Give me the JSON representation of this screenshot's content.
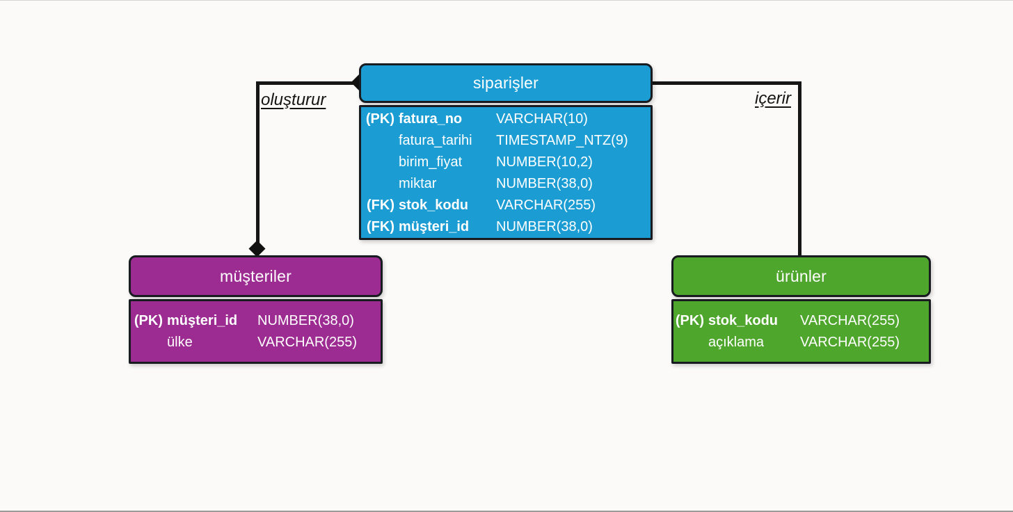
{
  "canvas": {
    "background": "#fbfaf8",
    "line_color": "#161616"
  },
  "tables": [
    {
      "title": "siparişler",
      "color": "#1b9cd3",
      "columns": [
        {
          "prefix": "(PK)",
          "name": "fatura_no",
          "type": "VARCHAR(10)"
        },
        {
          "prefix": "",
          "name": "fatura_tarihi",
          "type": "TIMESTAMP_NTZ(9)"
        },
        {
          "prefix": "",
          "name": "birim_fiyat",
          "type": "NUMBER(10,2)"
        },
        {
          "prefix": "",
          "name": "miktar",
          "type": "NUMBER(38,0)"
        },
        {
          "prefix": "(FK)",
          "name": "stok_kodu",
          "type": "VARCHAR(255)"
        },
        {
          "prefix": "(FK)",
          "name": "müşteri_id",
          "type": "NUMBER(38,0)"
        }
      ]
    },
    {
      "title": "müşteriler",
      "color": "#9c2b92",
      "columns": [
        {
          "prefix": "(PK)",
          "name": "müşteri_id",
          "type": "NUMBER(38,0)"
        },
        {
          "prefix": "",
          "name": "ülke",
          "type": "VARCHAR(255)"
        }
      ]
    },
    {
      "title": "ürünler",
      "color": "#4fa62d",
      "columns": [
        {
          "prefix": "(PK)",
          "name": "stok_kodu",
          "type": "VARCHAR(255)"
        },
        {
          "prefix": "",
          "name": "açıklama",
          "type": "VARCHAR(255)"
        }
      ]
    }
  ],
  "relationships": [
    {
      "label": "oluşturur",
      "from": "siparişler",
      "to": "müşteriler",
      "connector": "diamond-both-ends"
    },
    {
      "label": "içerir",
      "from": "siparişler",
      "to": "ürünler",
      "connector": "plain"
    }
  ]
}
